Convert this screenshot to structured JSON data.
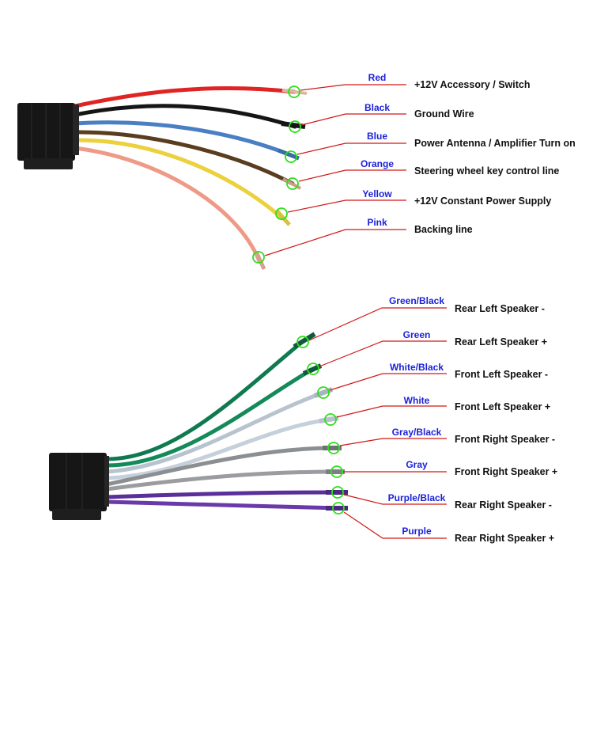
{
  "top_harness": {
    "wires": [
      {
        "color_name": "Red",
        "function": "+12V  Accessory / Switch",
        "wire_color": "#e02424"
      },
      {
        "color_name": "Black",
        "function": "Ground Wire",
        "wire_color": "#151515"
      },
      {
        "color_name": "Blue",
        "function": "Power Antenna / Amplifier Turn on",
        "wire_color": "#4a7fc4"
      },
      {
        "color_name": "Orange",
        "function": "Steering wheel key control line",
        "wire_color": "#5a3d1e"
      },
      {
        "color_name": "Yellow",
        "function": "+12V Constant Power Supply",
        "wire_color": "#ecd03c"
      },
      {
        "color_name": "Pink",
        "function": "Backing line",
        "wire_color": "#ee9a86"
      }
    ]
  },
  "bottom_harness": {
    "wires": [
      {
        "color_name": "Green/Black",
        "function": "Rear Left Speaker -",
        "wire_color": "#0f7a50"
      },
      {
        "color_name": "Green",
        "function": "Rear Left Speaker +",
        "wire_color": "#148a5a"
      },
      {
        "color_name": "White/Black",
        "function": "Front Left Speaker -",
        "wire_color": "#b7c3cf"
      },
      {
        "color_name": "White",
        "function": "Front Left Speaker +",
        "wire_color": "#c6d0da"
      },
      {
        "color_name": "Gray/Black",
        "function": "Front Right Speaker -",
        "wire_color": "#8c8f92"
      },
      {
        "color_name": "Gray",
        "function": "Front Right Speaker +",
        "wire_color": "#9a9c9f"
      },
      {
        "color_name": "Purple/Black",
        "function": "Rear Right Speaker -",
        "wire_color": "#5a2f9a"
      },
      {
        "color_name": "Purple",
        "function": "Rear Right Speaker +",
        "wire_color": "#6a3aa8"
      }
    ]
  },
  "colors": {
    "label_blue": "#1c22d8",
    "leader_red": "#d01818",
    "marker_green": "#2be01a",
    "connector": "#161616"
  }
}
